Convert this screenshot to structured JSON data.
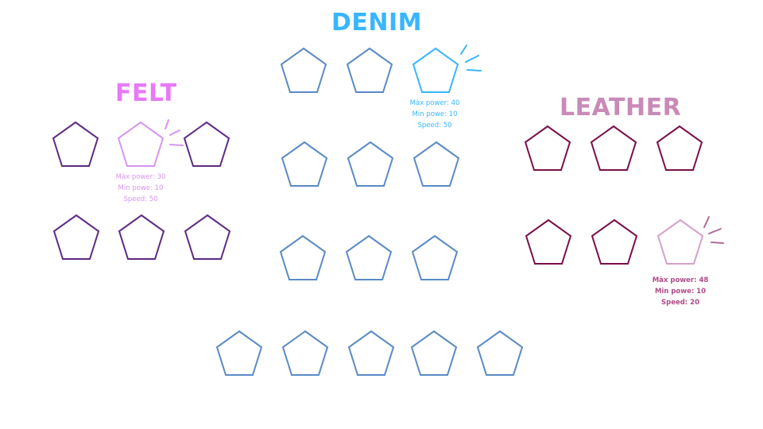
{
  "groups": {
    "denim": {
      "label": "DENIM",
      "color": "#38b6ff",
      "shape_color": "#5a8ac6"
    },
    "felt": {
      "label": "FELT",
      "color": "#e879f9",
      "shape_color": "#5e2a84",
      "highlight_color": "#d895f0"
    },
    "leather": {
      "label": "LEATHER",
      "color": "#c98ab8",
      "shape_color": "#7a0f4a",
      "highlight_color": "#d7a0c8"
    }
  },
  "stats": {
    "denim": {
      "max": "Màx power:  40",
      "min": "Min powe: 10",
      "speed": "Speed: 50",
      "color": "#38b6ff"
    },
    "felt": {
      "max": "Màx power:  30",
      "min": "Min powe: 10",
      "speed": "Speed: 50",
      "color": "#d895f0"
    },
    "leather": {
      "max": "Màx power:  48",
      "min": "Min powe: 10",
      "speed": "Speed: 20",
      "color": "#b04a88"
    }
  },
  "highlight_icon": "spark-lines-icon",
  "shape_icon": "pentagon-icon"
}
